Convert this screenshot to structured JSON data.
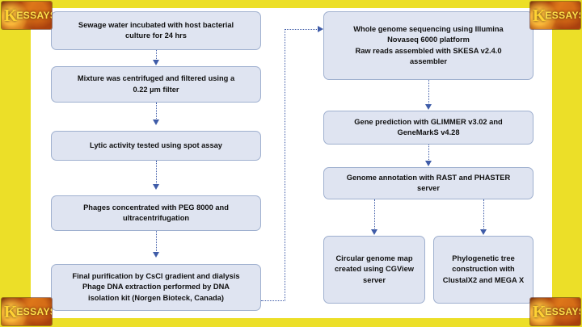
{
  "page": {
    "background_color": "#ecdf28",
    "panel_color": "#ffffff",
    "box_fill": "#dfe4f1",
    "box_border": "#9fb0cf",
    "connector_color": "#3f5ca8"
  },
  "watermark": {
    "letter": "K",
    "word": "ESSAYS",
    "positions": [
      "top-left",
      "top-right",
      "bottom-left",
      "bottom-right"
    ]
  },
  "chart_data": {
    "type": "diagram",
    "title": "Phage isolation and genome analysis workflow",
    "layout": "two-column flowchart",
    "nodes": [
      {
        "id": "b1",
        "column": "left",
        "order": 1,
        "text": "Sewage water incubated with host bacterial culture for 24 hrs"
      },
      {
        "id": "b2",
        "column": "left",
        "order": 2,
        "text": "Mixture was centrifuged and filtered using a 0.22  µm filter"
      },
      {
        "id": "b3",
        "column": "left",
        "order": 3,
        "text": "Lytic activity tested  using spot assay"
      },
      {
        "id": "b4",
        "column": "left",
        "order": 4,
        "text": "Phages concentrated with PEG 8000 and ultracentrifugation"
      },
      {
        "id": "b5",
        "column": "left",
        "order": 5,
        "text": "Final purification by CsCl gradient  and dialysis Phage DNA extraction  performed  by DNA isolation kit (Norgen Bioteck, Canada)"
      },
      {
        "id": "r1",
        "column": "right",
        "order": 1,
        "text": "Whole genome sequencing using Illumina Novaseq 6000 platform Raw reads assembled with SKESA v2.4.0 assembler"
      },
      {
        "id": "r2",
        "column": "right",
        "order": 2,
        "text": "Gene prediction  with GLIMMER v3.02 and GeneMarkS v4.28"
      },
      {
        "id": "r3",
        "column": "right",
        "order": 3,
        "text": "Genome annotation with RAST and PHASTER server"
      },
      {
        "id": "r4",
        "column": "right",
        "order": 4,
        "text": "Circular genome map created  using CGView server"
      },
      {
        "id": "r5",
        "column": "right",
        "order": 5,
        "text": "Phylogenetic tree construction  with ClustalX2 and MEGA X"
      }
    ],
    "edges": [
      {
        "from": "b1",
        "to": "b2",
        "style": "dotted-arrow"
      },
      {
        "from": "b2",
        "to": "b3",
        "style": "dotted-arrow"
      },
      {
        "from": "b3",
        "to": "b4",
        "style": "dotted-arrow"
      },
      {
        "from": "b4",
        "to": "b5",
        "style": "dotted-arrow"
      },
      {
        "from": "b5",
        "to": "r1",
        "style": "dotted-elbow-arrow"
      },
      {
        "from": "r1",
        "to": "r2",
        "style": "dotted-arrow"
      },
      {
        "from": "r2",
        "to": "r3",
        "style": "dotted-arrow"
      },
      {
        "from": "r3",
        "to": "r4",
        "style": "dotted-arrow"
      },
      {
        "from": "r3",
        "to": "r5",
        "style": "dotted-arrow"
      }
    ]
  },
  "boxes": {
    "b1": {
      "line1": "Sewage water incubated with host bacterial",
      "line2": "culture for 24 hrs"
    },
    "b2": {
      "line1": "Mixture was centrifuged and filtered using a",
      "line2": "0.22  µm filter"
    },
    "b3": {
      "line1": "Lytic activity tested  using spot assay"
    },
    "b4": {
      "line1": "Phages concentrated with PEG 8000 and",
      "line2": "ultracentrifugation"
    },
    "b5": {
      "line1": "Final purification by CsCl gradient  and dialysis",
      "line2": "Phage DNA extraction  performed  by DNA",
      "line3": "isolation kit (Norgen Bioteck, Canada)"
    },
    "r1": {
      "line1": "Whole genome sequencing using Illumina",
      "line2": "Novaseq 6000 platform",
      "line3": "Raw reads assembled with SKESA v2.4.0",
      "line4": "assembler"
    },
    "r2": {
      "line1": "Gene prediction  with GLIMMER v3.02 and",
      "line2": "GeneMarkS v4.28"
    },
    "r3": {
      "line1": "Genome annotation with RAST and PHASTER",
      "line2": "server"
    },
    "r4": {
      "line1": "Circular genome map",
      "line2": "created  using CGView",
      "line3": "server"
    },
    "r5": {
      "line1": "Phylogenetic tree",
      "line2": "construction  with",
      "line3": "ClustalX2 and MEGA X"
    }
  }
}
